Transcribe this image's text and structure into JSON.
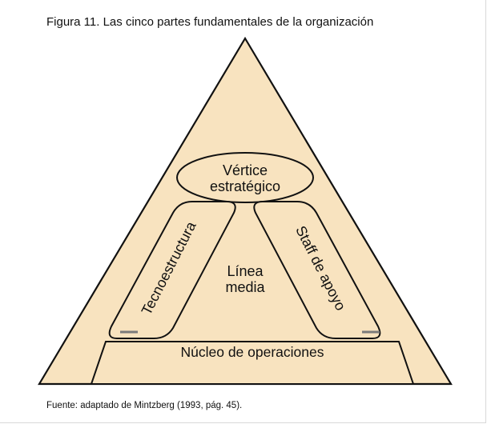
{
  "figure": {
    "title": "Figura 11. Las cinco partes fundamentales de la organización",
    "source": "Fuente: adaptado de Mintzberg (1993, pág. 45)."
  },
  "diagram": {
    "parts": {
      "strategic_apex": [
        "Vértice",
        "estratégico"
      ],
      "middle_line": [
        "Línea",
        "media"
      ],
      "technostructure": "Tecnoestructura",
      "support_staff": "Staff de apoyo",
      "operating_core": "Núcleo de operaciones"
    },
    "colors": {
      "fill": "#f8e3bf",
      "stroke": "#111111",
      "gap": "#7a7a7a"
    }
  }
}
